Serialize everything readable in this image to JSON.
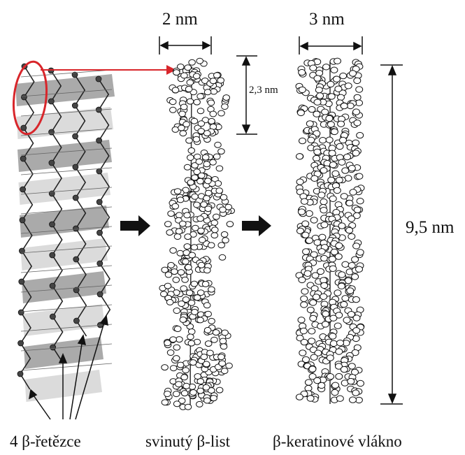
{
  "dimensions": {
    "width_2nm": "2 nm",
    "width_3nm": "3 nm",
    "repeat_23nm": "2,3 nm",
    "length_95nm": "9,5 nm"
  },
  "captions": {
    "left": "4 β-řetězce",
    "middle": "svinutý β-list",
    "right": "β-keratinové vlákno"
  },
  "colors": {
    "highlight": "#d8262b",
    "ink": "#111111",
    "sheet_gray": "#9a9a9a"
  }
}
